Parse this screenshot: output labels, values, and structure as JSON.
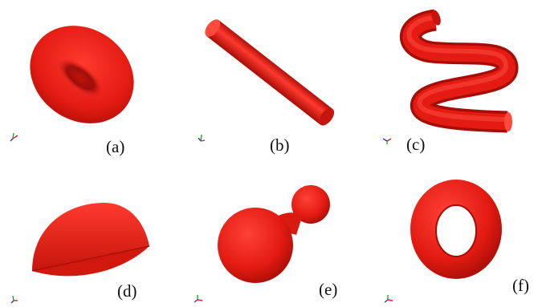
{
  "figure": {
    "panels": [
      {
        "id": "a",
        "label": "(a)",
        "shape": "biconcave-disc"
      },
      {
        "id": "b",
        "label": "(b)",
        "shape": "straight-cylinder"
      },
      {
        "id": "c",
        "label": "(c)",
        "shape": "bent-tube"
      },
      {
        "id": "d",
        "label": "(d)",
        "shape": "hemisphere"
      },
      {
        "id": "e",
        "label": "(e)",
        "shape": "budding-sphere"
      },
      {
        "id": "f",
        "label": "(f)",
        "shape": "torus"
      }
    ],
    "colors": {
      "shape_fill": "#e31b12",
      "shape_dark": "#8e0a06",
      "shape_light": "#ff5a50",
      "axis_x": "#d23",
      "axis_y": "#2a2",
      "axis_z": "#33c"
    }
  }
}
